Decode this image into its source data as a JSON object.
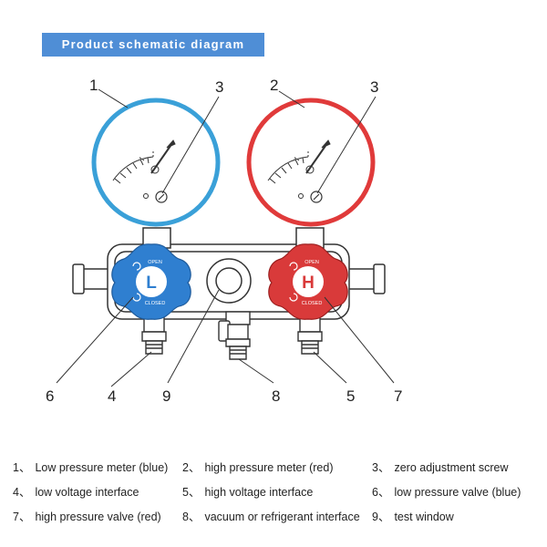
{
  "title": "Product schematic diagram",
  "callouts": {
    "c1": "1",
    "c2": "2",
    "c3a": "3",
    "c3b": "3",
    "c4": "4",
    "c5": "5",
    "c6": "6",
    "c7": "7",
    "c8": "8",
    "c9": "9"
  },
  "knobs": {
    "low_letter": "L",
    "high_letter": "H",
    "open": "OPEN",
    "closed": "CLOSED"
  },
  "legend": [
    {
      "num": "1、",
      "text": "Low pressure meter (blue)"
    },
    {
      "num": "2、",
      "text": "high pressure meter (red)"
    },
    {
      "num": "3、",
      "text": "zero adjustment screw"
    },
    {
      "num": "4、",
      "text": "low voltage interface"
    },
    {
      "num": "5、",
      "text": "high voltage interface"
    },
    {
      "num": "6、",
      "text": "low pressure valve (blue)"
    },
    {
      "num": "7、",
      "text": "high pressure valve (red)"
    },
    {
      "num": "8、",
      "text": "vacuum or refrigerant interface"
    },
    {
      "num": "9、",
      "text": "test window"
    }
  ],
  "colors": {
    "accent_blue": "#3aa0d8",
    "accent_red": "#e03a3a",
    "knob_blue": "#2f7fd0",
    "knob_red": "#d93a3a",
    "banner": "#4f8ed6"
  }
}
